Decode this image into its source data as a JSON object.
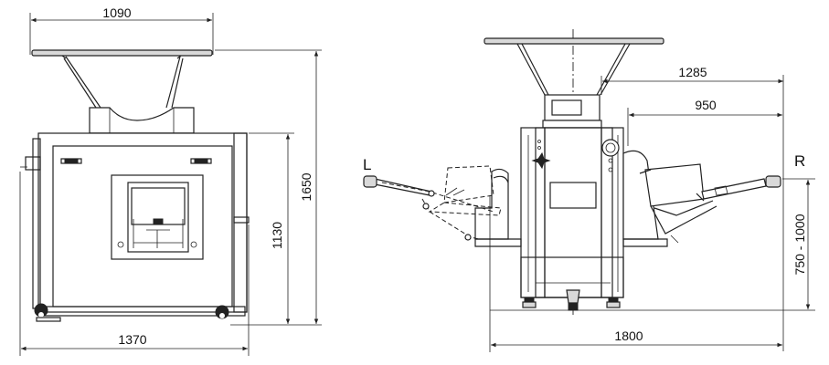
{
  "front_view": {
    "dim_top_width": "1090",
    "dim_total_height": "1650",
    "dim_body_height": "1130",
    "dim_base_width": "1370"
  },
  "side_view": {
    "dim_tray_reach": "1285",
    "dim_body_reach": "950",
    "dim_total_length": "1800",
    "dim_height_range": "750 - 1000",
    "label_left": "L",
    "label_right": "R"
  }
}
